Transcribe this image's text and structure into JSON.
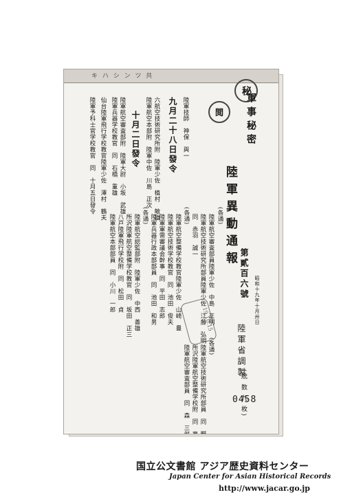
{
  "header": {
    "classification": "軍事秘密",
    "title": "陸軍異動通報",
    "issue_number": "第貳百六號",
    "issue_date": "昭和十九年十月卅日",
    "publisher": "陸軍省調製",
    "copies": "(統 数 九 枚)",
    "stamp_strip": "キ ハ シ ン ツ 共",
    "seal_1": "秘",
    "seal_2": "閲"
  },
  "stamps": {
    "received_date": "19.10.15"
  },
  "columns": [
    {
      "text": "(各通)"
    },
    {
      "text": "陸軍航空審査部員陸軍少佐　中島　正明"
    },
    {
      "text": "陸軍航空技術研究所部員陸軍少佐　江藤　弘明"
    },
    {
      "text": "同　赤羽　誠一"
    },
    {
      "text": "(各通)"
    },
    {
      "text": "陸軍航空整備学校教官陸軍少佐　山崎　豊"
    },
    {
      "text": "陸軍航空技術学校教官　同　池田　俊夫"
    },
    {
      "text": "陸軍軍需審議会幹事　同　平田　志郎"
    },
    {
      "text": "陸軍兵器行政本部部員　同　池田　和男"
    },
    {
      "text": "(各通)"
    },
    {
      "text": "陸軍航空総監部附　陸軍少佐　中西　善雄"
    },
    {
      "text": "所沢陸軍航空整備学校教官　同　坂田　正三"
    },
    {
      "text": "八戸陸軍飛行学校附　同　松田　貞"
    },
    {
      "text": "陸軍航空本部部員　同　小川　一郎"
    },
    {
      "text": "(各通)"
    },
    {
      "text": "陸軍航空技術研究所部員　同　野村　順一"
    },
    {
      "text": "所沢陸軍航空整備学校附　同　高橋　尚"
    },
    {
      "text": "陸軍航空審査部員　同　森　三郎"
    }
  ],
  "left_columns": [
    {
      "text": "九月二十八日發令",
      "kind": "date"
    },
    {
      "text": "陸軍技師　神保　與一"
    },
    {
      "text": "六航空技術研究所附　陸軍少佐　植村　敏雄"
    },
    {
      "text": "陸軍航空本部附　陸軍中佐　川島　正次"
    },
    {
      "text": "十月二日發令",
      "kind": "date"
    },
    {
      "text": "陸軍航空審査部附　陸軍大尉　小坂　武雄"
    },
    {
      "text": "陸軍兵器学校教官　同　石橋　重雄"
    },
    {
      "text": "仙台陸軍飛行学校教官陸軍少佐　澤村　鶴夫"
    },
    {
      "text": "陸軍予科士官学校教官　同　十月五日發令"
    }
  ],
  "footer": {
    "doc_number": "0458",
    "archive_name": "国立公文書館 アジア歴史資料センター",
    "archive_name_en": "Japan Center for Asian Historical Records",
    "url": "http://www.jacar.go.jp"
  }
}
